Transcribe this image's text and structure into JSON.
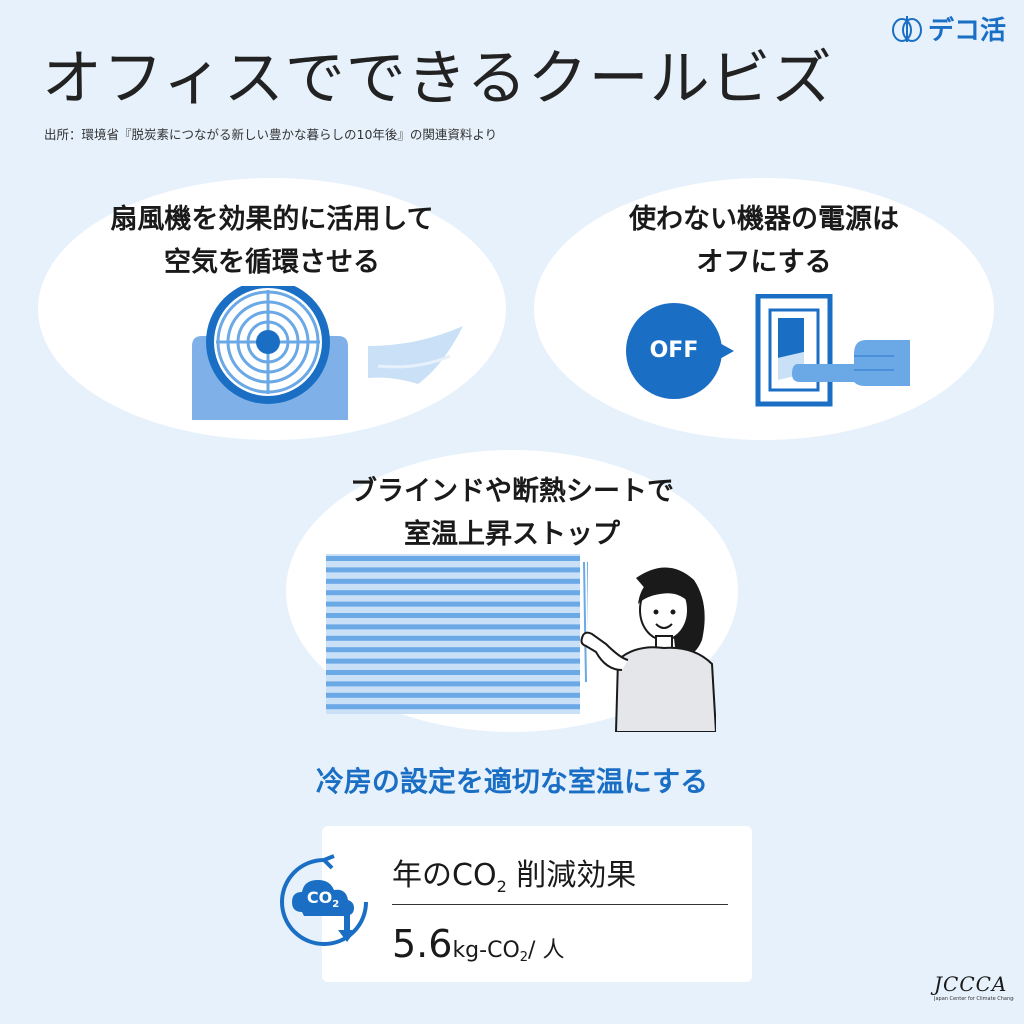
{
  "header": {
    "title": "オフィスでできるクールビズ",
    "source": "出所：環境省『脱炭素につながる新しい豊かな暮らしの10年後』の関連資料より",
    "logo_text": "デコ活"
  },
  "tips": [
    {
      "line1": "扇風機を効果的に活用して",
      "line2": "空気を循環させる"
    },
    {
      "line1": "使わない機器の電源は",
      "line2": "オフにする",
      "badge": "OFF"
    },
    {
      "line1": "ブラインドや断熱シートで",
      "line2": "室温上昇ストップ"
    }
  ],
  "headline": "冷房の設定を適切な室温にする",
  "result": {
    "label_prefix": "年の",
    "label_co": "CO",
    "label_sub": "2",
    "label_suffix": "削減効果",
    "icon_text": "CO",
    "icon_sub": "2",
    "value": "5.6",
    "unit_prefix": "kg-CO",
    "unit_sub": "2",
    "unit_suffix": "/ 人"
  },
  "footer": {
    "org_logo": "JCCCA",
    "org_name": "Japan Center for Climate Change Actions"
  },
  "colors": {
    "accent": "#1a6fc4",
    "light_blue": "#6aa8e6",
    "background": "#e6f1fb"
  }
}
